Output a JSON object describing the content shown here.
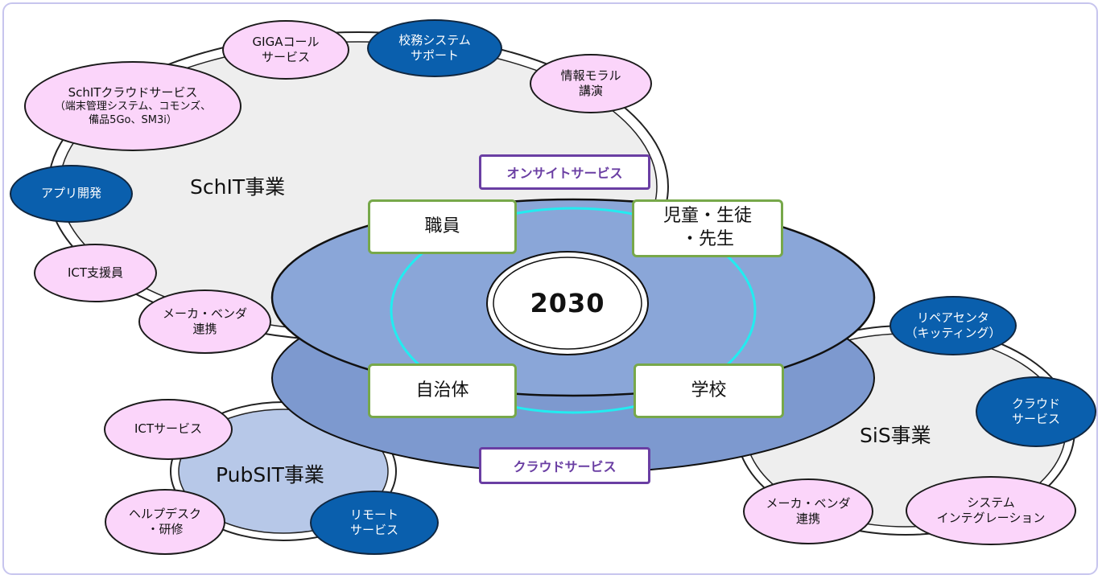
{
  "businesses": {
    "schit": "SchIT事業",
    "sis": "SiS事業",
    "pubsit": "PubSIT事業"
  },
  "center": {
    "year": "2030",
    "stakeholders": {
      "staff": "職員",
      "students_line1": "児童・生徒",
      "students_line2": "・先生",
      "municipality": "自治体",
      "school": "学校"
    },
    "services": {
      "onsite": "オンサイトサービス",
      "cloud": "クラウドサービス"
    }
  },
  "schit_services": {
    "giga_line1": "GIGAコール",
    "giga_line2": "サービス",
    "kōmu_line1": "校務システム",
    "kōmu_line2": "サポート",
    "moral_line1": "情報モラル",
    "moral_line2": "講演",
    "cloud_line1": "SchITクラウドサービス",
    "cloud_line2": "（端末管理システム、コモンズ、",
    "cloud_line3": "備品5Go、SM3i）",
    "app": "アプリ開発",
    "ict_support": "ICT支援員",
    "vendor_line1": "メーカ・ベンダ",
    "vendor_line2": "連携"
  },
  "sis_services": {
    "repair_line1": "リペアセンタ",
    "repair_line2": "（キッティング）",
    "cloud_line1": "クラウド",
    "cloud_line2": "サービス",
    "vendor_line1": "メーカ・ベンダ",
    "vendor_line2": "連携",
    "si_line1": "システム",
    "si_line2": "インテグレーション"
  },
  "pubsit_services": {
    "ict": "ICTサービス",
    "help_line1": "ヘルプデスク",
    "help_line2": "・研修",
    "remote_line1": "リモート",
    "remote_line2": "サービス"
  },
  "colors": {
    "ring_fill": "#eeeeee",
    "disc_top": "#8aa6d8",
    "disc_bottom": "#7d99cf",
    "pubsit_fill": "#b7c8e8",
    "pink_bubble": "#fbd5fa",
    "blue_bubble": "#0a5fad",
    "cyan_ring": "#22ecf0",
    "green_border": "#77a84a",
    "purple_border": "#6a3ea3"
  }
}
